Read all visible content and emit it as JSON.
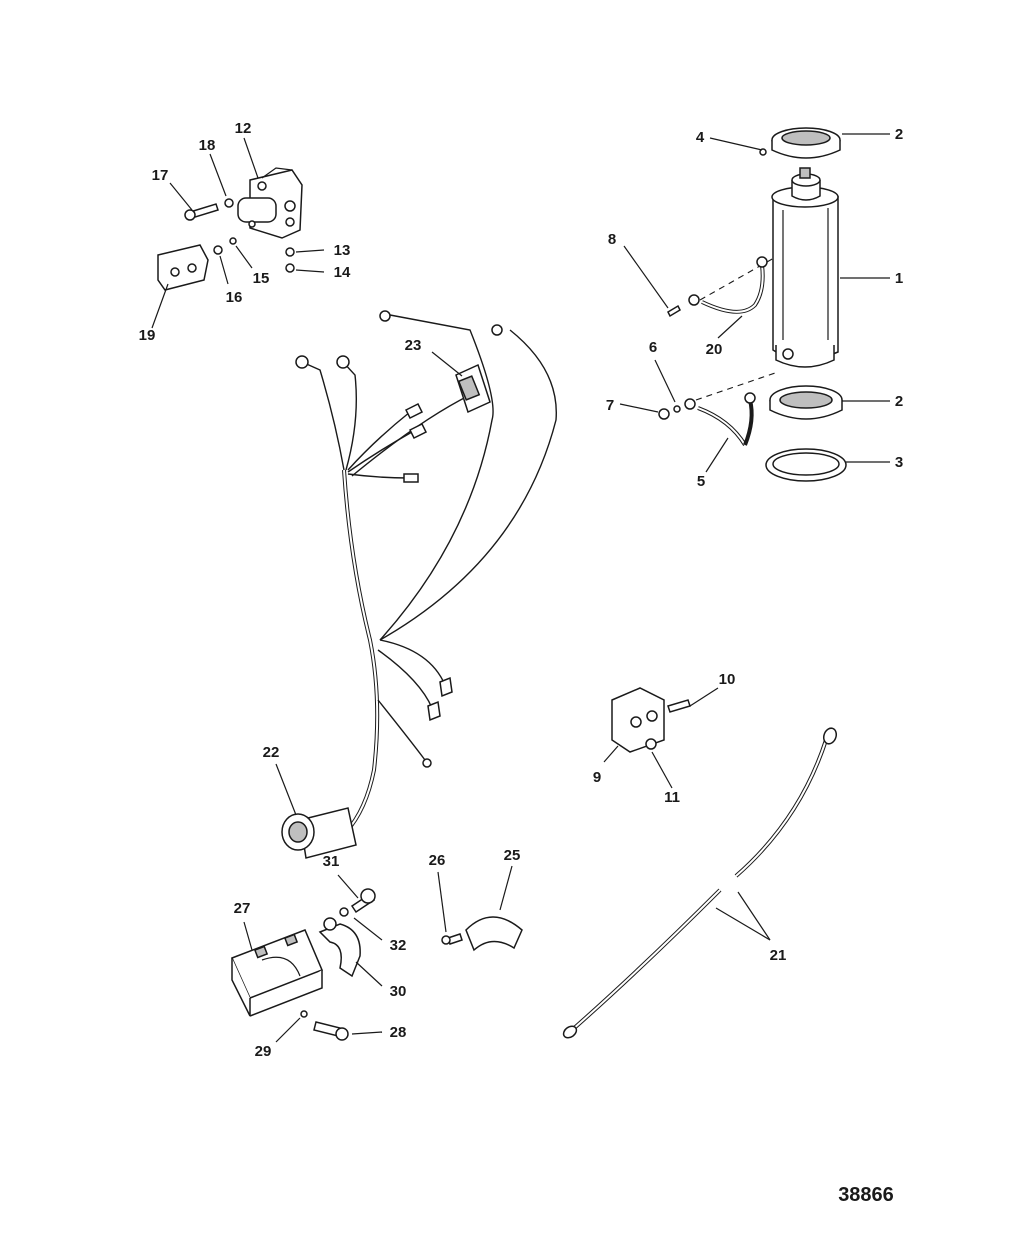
{
  "figure_number": "38866",
  "callouts": [
    {
      "id": "c1",
      "label": "1"
    },
    {
      "id": "c2a",
      "label": "2"
    },
    {
      "id": "c2b",
      "label": "2"
    },
    {
      "id": "c3",
      "label": "3"
    },
    {
      "id": "c4",
      "label": "4"
    },
    {
      "id": "c5",
      "label": "5"
    },
    {
      "id": "c6",
      "label": "6"
    },
    {
      "id": "c7",
      "label": "7"
    },
    {
      "id": "c8",
      "label": "8"
    },
    {
      "id": "c9",
      "label": "9"
    },
    {
      "id": "c10",
      "label": "10"
    },
    {
      "id": "c11",
      "label": "11"
    },
    {
      "id": "c12",
      "label": "12"
    },
    {
      "id": "c13",
      "label": "13"
    },
    {
      "id": "c14",
      "label": "14"
    },
    {
      "id": "c15",
      "label": "15"
    },
    {
      "id": "c16",
      "label": "16"
    },
    {
      "id": "c17",
      "label": "17"
    },
    {
      "id": "c18",
      "label": "18"
    },
    {
      "id": "c19",
      "label": "19"
    },
    {
      "id": "c20",
      "label": "20"
    },
    {
      "id": "c21",
      "label": "21"
    },
    {
      "id": "c22",
      "label": "22"
    },
    {
      "id": "c23",
      "label": "23"
    },
    {
      "id": "c25",
      "label": "25"
    },
    {
      "id": "c26",
      "label": "26"
    },
    {
      "id": "c27",
      "label": "27"
    },
    {
      "id": "c28",
      "label": "28"
    },
    {
      "id": "c29",
      "label": "29"
    },
    {
      "id": "c30",
      "label": "30"
    },
    {
      "id": "c31",
      "label": "31"
    },
    {
      "id": "c32",
      "label": "32"
    }
  ]
}
